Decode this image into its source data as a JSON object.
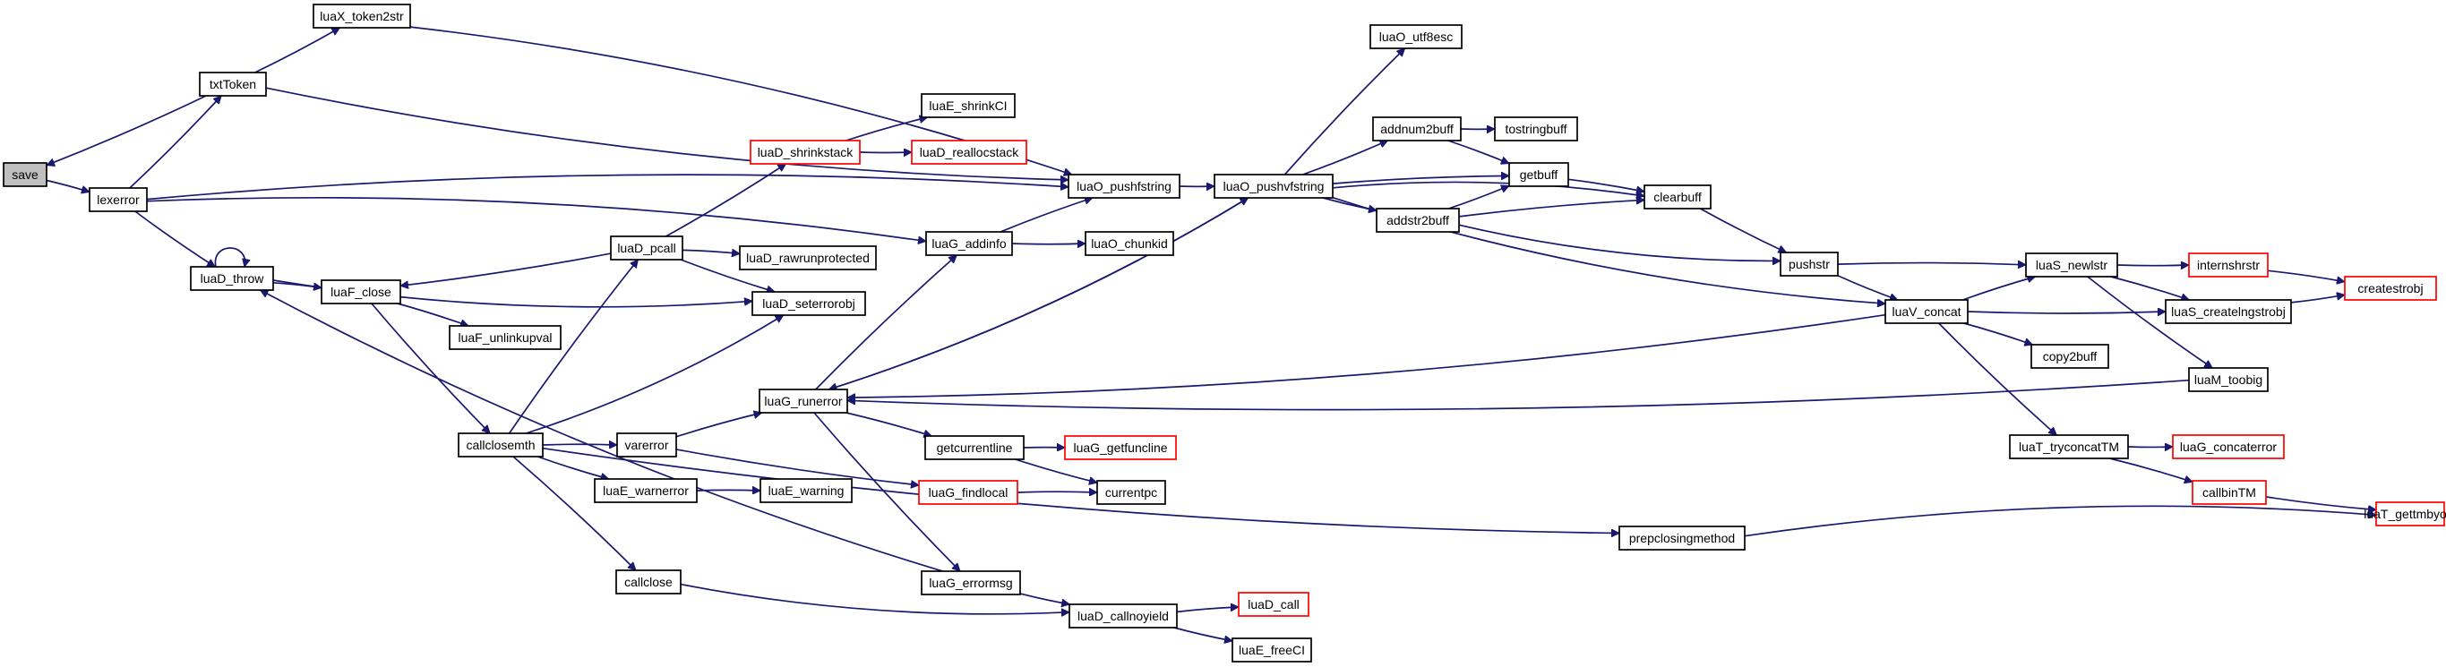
{
  "diagram": {
    "type": "call-graph",
    "colors": {
      "edge": "#191970",
      "border": "#000000",
      "truncated_border": "#ff0000",
      "root_fill": "#bfbfbf"
    },
    "nodes": [
      {
        "id": "save",
        "label": "save",
        "style": "root"
      },
      {
        "id": "luaX_token2str",
        "label": "luaX_token2str",
        "style": "normal"
      },
      {
        "id": "txtToken",
        "label": "txtToken",
        "style": "normal"
      },
      {
        "id": "lexerror",
        "label": "lexerror",
        "style": "normal"
      },
      {
        "id": "luaD_throw",
        "label": "luaD_throw",
        "style": "normal"
      },
      {
        "id": "luaF_close",
        "label": "luaF_close",
        "style": "normal"
      },
      {
        "id": "luaF_unlinkupval",
        "label": "luaF_unlinkupval",
        "style": "normal"
      },
      {
        "id": "callclosemth",
        "label": "callclosemth",
        "style": "normal"
      },
      {
        "id": "varerror",
        "label": "varerror",
        "style": "normal"
      },
      {
        "id": "luaE_warnerror",
        "label": "luaE_warnerror",
        "style": "normal"
      },
      {
        "id": "luaE_warning",
        "label": "luaE_warning",
        "style": "normal"
      },
      {
        "id": "callclose",
        "label": "callclose",
        "style": "normal"
      },
      {
        "id": "luaD_pcall",
        "label": "luaD_pcall",
        "style": "normal"
      },
      {
        "id": "luaD_shrinkstack",
        "label": "luaD_shrinkstack",
        "style": "truncated"
      },
      {
        "id": "luaE_shrinkCI",
        "label": "luaE_shrinkCI",
        "style": "normal"
      },
      {
        "id": "luaD_reallocstack",
        "label": "luaD_reallocstack",
        "style": "truncated"
      },
      {
        "id": "luaD_rawrunprotected",
        "label": "luaD_rawrunprotected",
        "style": "normal"
      },
      {
        "id": "luaD_seterrorobj",
        "label": "luaD_seterrorobj",
        "style": "normal"
      },
      {
        "id": "luaG_addinfo",
        "label": "luaG_addinfo",
        "style": "normal"
      },
      {
        "id": "luaO_chunkid",
        "label": "luaO_chunkid",
        "style": "normal"
      },
      {
        "id": "luaG_runerror",
        "label": "luaG_runerror",
        "style": "normal"
      },
      {
        "id": "getcurrentline",
        "label": "getcurrentline",
        "style": "normal"
      },
      {
        "id": "luaG_getfuncline",
        "label": "luaG_getfuncline",
        "style": "truncated"
      },
      {
        "id": "luaG_findlocal",
        "label": "luaG_findlocal",
        "style": "truncated"
      },
      {
        "id": "currentpc",
        "label": "currentpc",
        "style": "normal"
      },
      {
        "id": "luaG_errormsg",
        "label": "luaG_errormsg",
        "style": "normal"
      },
      {
        "id": "luaD_callnoyield",
        "label": "luaD_callnoyield",
        "style": "normal"
      },
      {
        "id": "luaD_call",
        "label": "luaD_call",
        "style": "truncated"
      },
      {
        "id": "luaE_freeCI",
        "label": "luaE_freeCI",
        "style": "normal"
      },
      {
        "id": "luaO_pushfstring",
        "label": "luaO_pushfstring",
        "style": "normal"
      },
      {
        "id": "luaO_pushvfstring",
        "label": "luaO_pushvfstring",
        "style": "normal"
      },
      {
        "id": "luaO_utf8esc",
        "label": "luaO_utf8esc",
        "style": "normal"
      },
      {
        "id": "addnum2buff",
        "label": "addnum2buff",
        "style": "normal"
      },
      {
        "id": "tostringbuff",
        "label": "tostringbuff",
        "style": "normal"
      },
      {
        "id": "getbuff",
        "label": "getbuff",
        "style": "normal"
      },
      {
        "id": "addstr2buff",
        "label": "addstr2buff",
        "style": "normal"
      },
      {
        "id": "clearbuff",
        "label": "clearbuff",
        "style": "normal"
      },
      {
        "id": "pushstr",
        "label": "pushstr",
        "style": "normal"
      },
      {
        "id": "luaV_concat",
        "label": "luaV_concat",
        "style": "normal"
      },
      {
        "id": "copy2buff",
        "label": "copy2buff",
        "style": "normal"
      },
      {
        "id": "luaT_trycatTM",
        "label": "luaT_tryconcatTM",
        "style": "normal"
      },
      {
        "id": "luaG_concaterror",
        "label": "luaG_concaterror",
        "style": "truncated"
      },
      {
        "id": "callbinTM",
        "label": "callbinTM",
        "style": "truncated"
      },
      {
        "id": "luaT_gettmbyobj",
        "label": "luaT_gettmbyobj",
        "style": "truncated"
      },
      {
        "id": "prepclosingmethod",
        "label": "prepclosingmethod",
        "style": "normal"
      },
      {
        "id": "luaS_newlstr",
        "label": "luaS_newlstr",
        "style": "normal"
      },
      {
        "id": "internshrstr",
        "label": "internshrstr",
        "style": "truncated"
      },
      {
        "id": "luaS_createlngstrobj",
        "label": "luaS_createlngstrobj",
        "style": "normal"
      },
      {
        "id": "createstrobj",
        "label": "createstrobj",
        "style": "truncated"
      },
      {
        "id": "luaM_toobig",
        "label": "luaM_toobig",
        "style": "normal"
      }
    ],
    "edges": [
      {
        "from": "save",
        "to": "lexerror"
      },
      {
        "from": "lexerror",
        "to": "txtToken"
      },
      {
        "from": "txtToken",
        "to": "save"
      },
      {
        "from": "txtToken",
        "to": "luaX_token2str"
      },
      {
        "from": "luaX_token2str",
        "to": "luaO_pushfstring"
      },
      {
        "from": "txtToken",
        "to": "luaO_pushfstring"
      },
      {
        "from": "lexerror",
        "to": "luaO_pushfstring"
      },
      {
        "from": "lexerror",
        "to": "luaD_throw"
      },
      {
        "from": "lexerror",
        "to": "luaG_addinfo"
      },
      {
        "from": "luaD_throw",
        "to": "luaD_throw"
      },
      {
        "from": "luaD_throw",
        "to": "luaF_close"
      },
      {
        "from": "luaD_throw",
        "to": "luaD_seterrorobj"
      },
      {
        "from": "luaF_close",
        "to": "luaF_unlinkupval"
      },
      {
        "from": "luaF_close",
        "to": "callclosemth"
      },
      {
        "from": "luaD_pcall",
        "to": "luaF_close"
      },
      {
        "from": "luaD_pcall",
        "to": "luaD_shrinkstack"
      },
      {
        "from": "luaD_pcall",
        "to": "luaD_rawrunprotected"
      },
      {
        "from": "luaD_pcall",
        "to": "luaD_seterrorobj"
      },
      {
        "from": "luaD_shrinkstack",
        "to": "luaE_shrinkCI"
      },
      {
        "from": "luaD_shrinkstack",
        "to": "luaD_reallocstack"
      },
      {
        "from": "callclosemth",
        "to": "luaD_pcall"
      },
      {
        "from": "callclosemth",
        "to": "luaD_seterrorobj"
      },
      {
        "from": "callclosemth",
        "to": "varerror"
      },
      {
        "from": "callclosemth",
        "to": "luaE_warnerror"
      },
      {
        "from": "callclosemth",
        "to": "callclose"
      },
      {
        "from": "callclosemth",
        "to": "prepclosingmethod"
      },
      {
        "from": "varerror",
        "to": "luaG_runerror"
      },
      {
        "from": "varerror",
        "to": "luaG_findlocal"
      },
      {
        "from": "luaE_warnerror",
        "to": "luaE_warning"
      },
      {
        "from": "callclose",
        "to": "luaD_callnoyield"
      },
      {
        "from": "luaG_errormsg",
        "to": "luaD_throw"
      },
      {
        "from": "luaG_errormsg",
        "to": "luaD_callnoyield"
      },
      {
        "from": "luaD_callnoyield",
        "to": "luaD_call"
      },
      {
        "from": "luaD_callnoyield",
        "to": "luaE_freeCI"
      },
      {
        "from": "luaG_runerror",
        "to": "luaG_addinfo"
      },
      {
        "from": "luaG_runerror",
        "to": "luaO_pushvfstring"
      },
      {
        "from": "luaG_runerror",
        "to": "getcurrentline"
      },
      {
        "from": "luaG_runerror",
        "to": "luaG_errormsg"
      },
      {
        "from": "luaG_addinfo",
        "to": "luaO_pushfstring"
      },
      {
        "from": "luaG_addinfo",
        "to": "luaO_chunkid"
      },
      {
        "from": "getcurrentline",
        "to": "luaG_getfuncline"
      },
      {
        "from": "getcurrentline",
        "to": "currentpc"
      },
      {
        "from": "luaG_findlocal",
        "to": "currentpc"
      },
      {
        "from": "luaO_pushfstring",
        "to": "luaO_pushvfstring"
      },
      {
        "from": "luaO_pushvfstring",
        "to": "luaO_utf8esc"
      },
      {
        "from": "luaO_pushvfstring",
        "to": "addnum2buff"
      },
      {
        "from": "luaO_pushvfstring",
        "to": "getbuff"
      },
      {
        "from": "luaO_pushvfstring",
        "to": "addstr2buff"
      },
      {
        "from": "luaO_pushvfstring",
        "to": "clearbuff"
      },
      {
        "from": "luaO_pushvfstring",
        "to": "luaV_concat"
      },
      {
        "from": "luaO_pushvfstring",
        "to": "luaG_runerror"
      },
      {
        "from": "addnum2buff",
        "to": "tostringbuff"
      },
      {
        "from": "addnum2buff",
        "to": "getbuff"
      },
      {
        "from": "addstr2buff",
        "to": "getbuff"
      },
      {
        "from": "addstr2buff",
        "to": "clearbuff"
      },
      {
        "from": "addstr2buff",
        "to": "pushstr"
      },
      {
        "from": "getbuff",
        "to": "clearbuff"
      },
      {
        "from": "clearbuff",
        "to": "pushstr"
      },
      {
        "from": "pushstr",
        "to": "luaS_newlstr"
      },
      {
        "from": "pushstr",
        "to": "luaV_concat"
      },
      {
        "from": "luaV_concat",
        "to": "luaS_newlstr"
      },
      {
        "from": "luaV_concat",
        "to": "luaS_createlngstrobj"
      },
      {
        "from": "luaV_concat",
        "to": "copy2buff"
      },
      {
        "from": "luaV_concat",
        "to": "luaT_trycatTM"
      },
      {
        "from": "luaV_concat",
        "to": "luaG_runerror"
      },
      {
        "from": "luaS_newlstr",
        "to": "internshrstr"
      },
      {
        "from": "luaS_newlstr",
        "to": "luaS_createlngstrobj"
      },
      {
        "from": "luaS_newlstr",
        "to": "luaM_toobig"
      },
      {
        "from": "internshrstr",
        "to": "createstrobj"
      },
      {
        "from": "luaS_createlngstrobj",
        "to": "createstrobj"
      },
      {
        "from": "luaM_toobig",
        "to": "luaG_runerror"
      },
      {
        "from": "luaT_trycatTM",
        "to": "luaG_concaterror"
      },
      {
        "from": "luaT_trycatTM",
        "to": "callbinTM"
      },
      {
        "from": "callbinTM",
        "to": "luaT_gettmbyobj"
      },
      {
        "from": "prepclosingmethod",
        "to": "luaT_gettmbyobj"
      }
    ]
  }
}
